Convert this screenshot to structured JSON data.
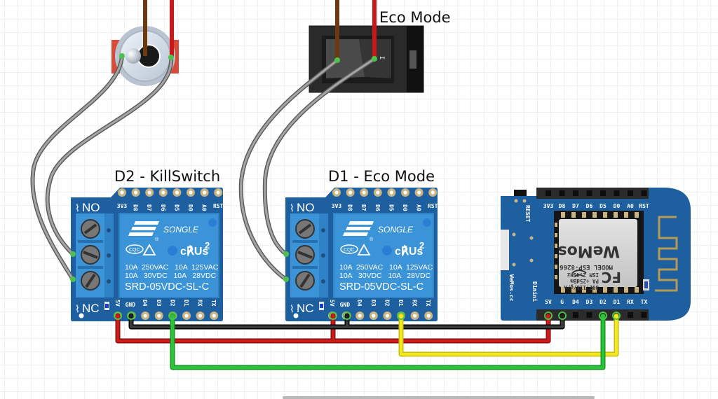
{
  "canvas": {
    "background": "#ffffff",
    "grid_color": "#edf1f4"
  },
  "labels": {
    "relay1_title": "D2 - KillSwitch",
    "relay2_title": "D1 - Eco Mode",
    "rocker_title": "Eco Mode"
  },
  "relay": {
    "top_pins": [
      "3V3",
      "D8",
      "D7",
      "D6",
      "D5",
      "D0",
      "A0",
      "RST"
    ],
    "bottom_pins": [
      "5V",
      "GND",
      "D4",
      "D3",
      "D2",
      "D1",
      "RX",
      "TX"
    ],
    "no_label": "NO",
    "nc_label": "NC",
    "brand": "SONGLE",
    "cert_mark": "CQC",
    "ul_mark": "c℟Us",
    "ul_num": "2",
    "rating_line1": "10A  250VAC   10A  125VAC",
    "rating_line2": "10A   30VDC   10A   28VDC",
    "model": "SRD-05VDC-SL-C",
    "color": "#1e5fa0"
  },
  "d1mini": {
    "top_pins": [
      "3V3",
      "D8",
      "D7",
      "D6",
      "D5",
      "D0",
      "A0",
      "RST"
    ],
    "bottom_pins": [
      "5V",
      "G",
      "D4",
      "D3",
      "D2",
      "D1",
      "RX",
      "TX"
    ],
    "reset_label": "RESET",
    "board_name": "D1mini",
    "brand_url": "WeMos.cc",
    "module_lines": [
      "MODEL  ESP-8266",
      "ISM 2.4GHz",
      "PA +25dBm",
      "802.11b/g/n"
    ],
    "fcc": "FC",
    "logo": "WeMos",
    "color": "#1e5fa0"
  },
  "rocker": {
    "on_mark": "I"
  },
  "wires": [
    {
      "name": "5v-power",
      "color": "#cc1b1b"
    },
    {
      "name": "ground",
      "color": "#222222"
    },
    {
      "name": "d2-signal",
      "color": "#2ec23a"
    },
    {
      "name": "d1-signal",
      "color": "#f0e41a"
    },
    {
      "name": "switch-leads",
      "color": "#8a8a8a"
    }
  ],
  "scrollbar": {
    "visible": true
  }
}
